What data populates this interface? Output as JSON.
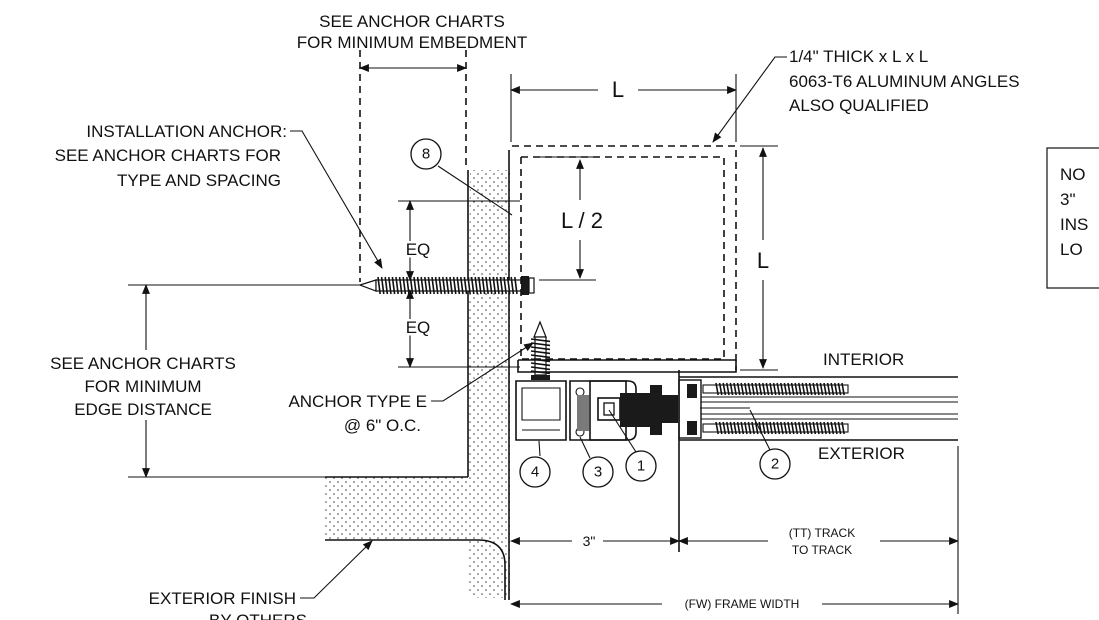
{
  "labels": {
    "embedment_line1": "SEE ANCHOR CHARTS",
    "embedment_line2": "FOR MINIMUM EMBEDMENT",
    "installation_anchor_line1": "INSTALLATION ANCHOR:",
    "installation_anchor_line2": "SEE ANCHOR CHARTS FOR",
    "installation_anchor_line3": "TYPE AND SPACING",
    "angle_line1": "1/4\" THICK x L x L",
    "angle_line2": "6063-T6 ALUMINUM ANGLES",
    "angle_line3": "ALSO QUALIFIED",
    "edge_line1": "SEE ANCHOR CHARTS",
    "edge_line2": "FOR MINIMUM",
    "edge_line3": "EDGE DISTANCE",
    "anchor_e_line1": "ANCHOR TYPE E",
    "anchor_e_line2": "@ 6\" O.C.",
    "interior": "INTERIOR",
    "exterior": "EXTERIOR",
    "finish_line1": "EXTERIOR FINISH",
    "finish_line2": "BY OTHERS",
    "note_line1": "NO",
    "note_line2": "3\"",
    "note_line3": "INS",
    "note_line4": "LO"
  },
  "dimensions": {
    "L_top": "L",
    "L_half": "L / 2",
    "L_right": "L",
    "eq_upper": "EQ",
    "eq_lower": "EQ",
    "three_inch": "3\"",
    "tt_line1": "(TT) TRACK",
    "tt_line2": "TO TRACK",
    "fw": "(FW) FRAME WIDTH"
  },
  "callouts": {
    "c8": "8",
    "c4": "4",
    "c3": "3",
    "c1": "1",
    "c2": "2"
  }
}
